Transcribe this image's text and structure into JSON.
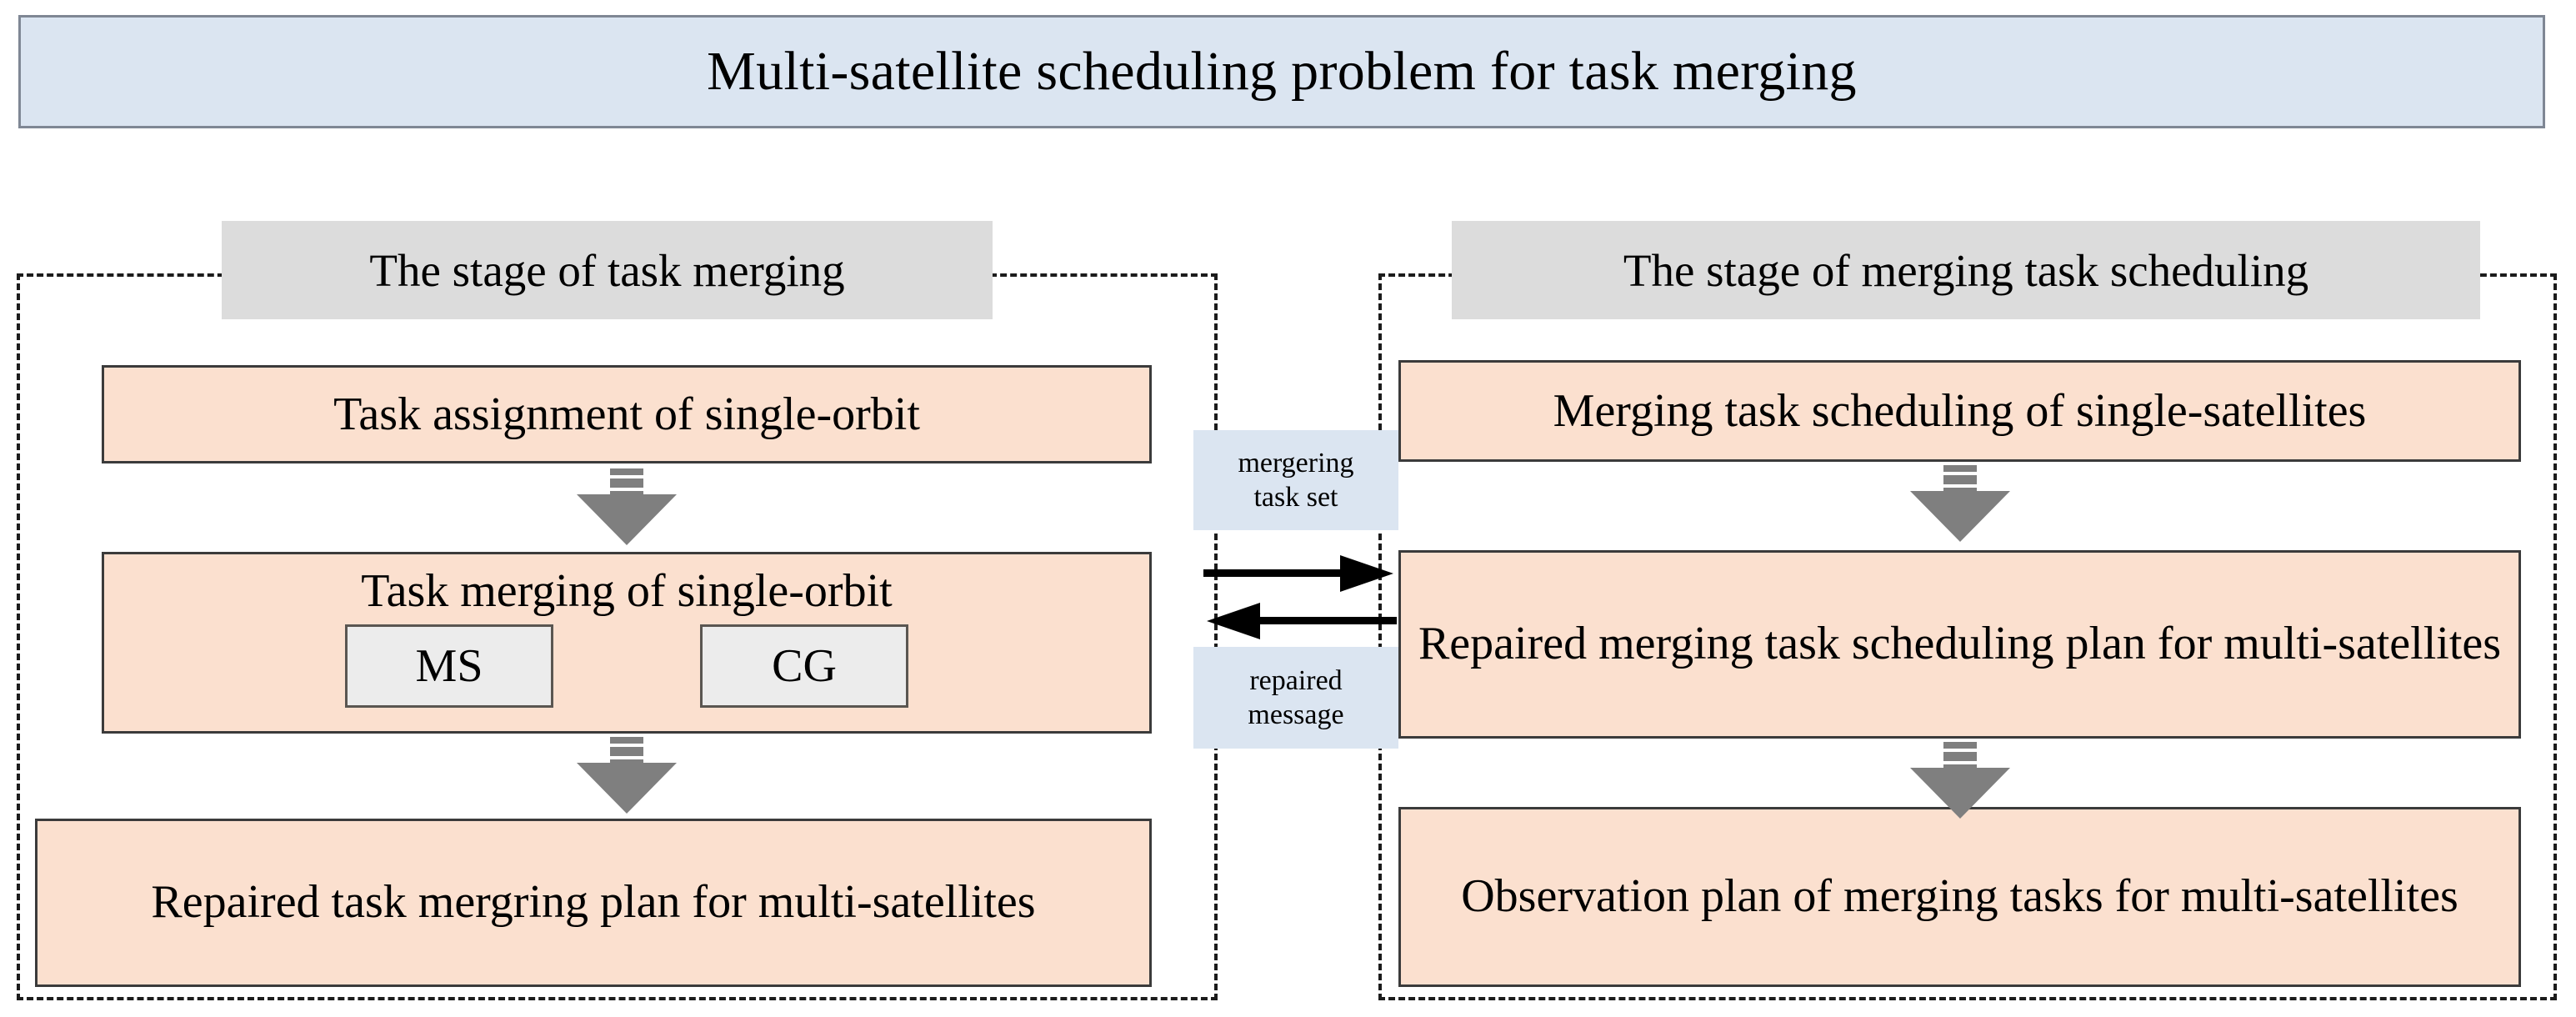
{
  "title": {
    "text": "Multi-satellite scheduling problem for task merging",
    "background": "#dbe5f1",
    "border": "#7f8794"
  },
  "stages": {
    "left": {
      "label": "The stage of task merging",
      "label_background": "#dcdcdc",
      "boxes": [
        {
          "text": "Task assignment of single-orbit"
        },
        {
          "text": "Task merging of single-orbit",
          "sub_items": [
            "MS",
            "CG"
          ]
        },
        {
          "text": "Repaired task mergring plan for multi-satellites"
        }
      ]
    },
    "right": {
      "label": "The stage of merging task scheduling",
      "label_background": "#dcdcdc",
      "boxes": [
        {
          "text": "Merging task scheduling of single-satellites"
        },
        {
          "text": "Repaired merging task scheduling plan for multi-satellites"
        },
        {
          "text": "Observation plan of merging tasks for multi-satellites"
        }
      ]
    }
  },
  "middle": {
    "top_label_line1": "mergering",
    "top_label_line2": "task set",
    "bottom_label_line1": "repaired",
    "bottom_label_line2": "message",
    "label_background": "#dbe5f1",
    "arrow_right_direction": "right",
    "arrow_left_direction": "left"
  },
  "colors": {
    "process_box_fill": "#fbe0cf",
    "process_box_border": "#3b3b3b",
    "sub_chip_fill": "#ececec",
    "sub_chip_border": "#5a5651",
    "block_arrow_fill": "#7f7f7f",
    "dashed_border": "#1c1c1c",
    "line_arrow": "#000000"
  }
}
